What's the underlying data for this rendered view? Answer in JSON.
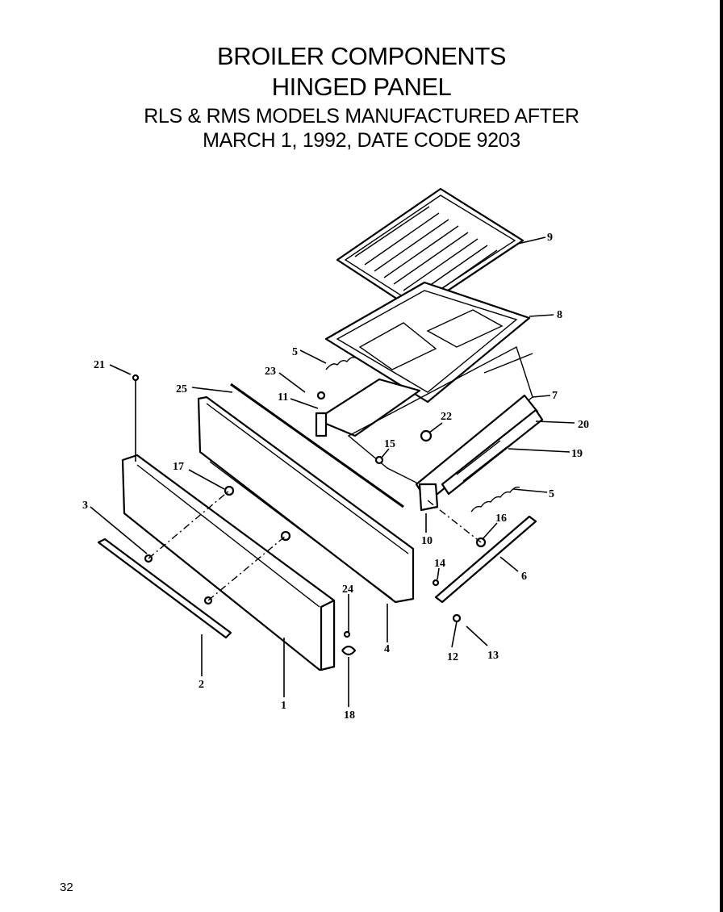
{
  "header": {
    "title_line1": "BROILER COMPONENTS",
    "title_line2": "HINGED PANEL",
    "subtitle_line1": "RLS & RMS MODELS MANUFACTURED AFTER",
    "subtitle_line2": "MARCH 1, 1992, DATE CODE 9203"
  },
  "callouts": {
    "c1": "1",
    "c2": "2",
    "c3": "3",
    "c4": "4",
    "c5a": "5",
    "c5b": "5",
    "c6": "6",
    "c7": "7",
    "c8": "8",
    "c9": "9",
    "c10": "10",
    "c11": "11",
    "c12": "12",
    "c13": "13",
    "c14": "14",
    "c15": "15",
    "c16": "16",
    "c17": "17",
    "c18": "18",
    "c19": "19",
    "c20": "20",
    "c21": "21",
    "c22": "22",
    "c23": "23",
    "c24": "24",
    "c25": "25"
  },
  "footer": {
    "page_number": "32"
  }
}
